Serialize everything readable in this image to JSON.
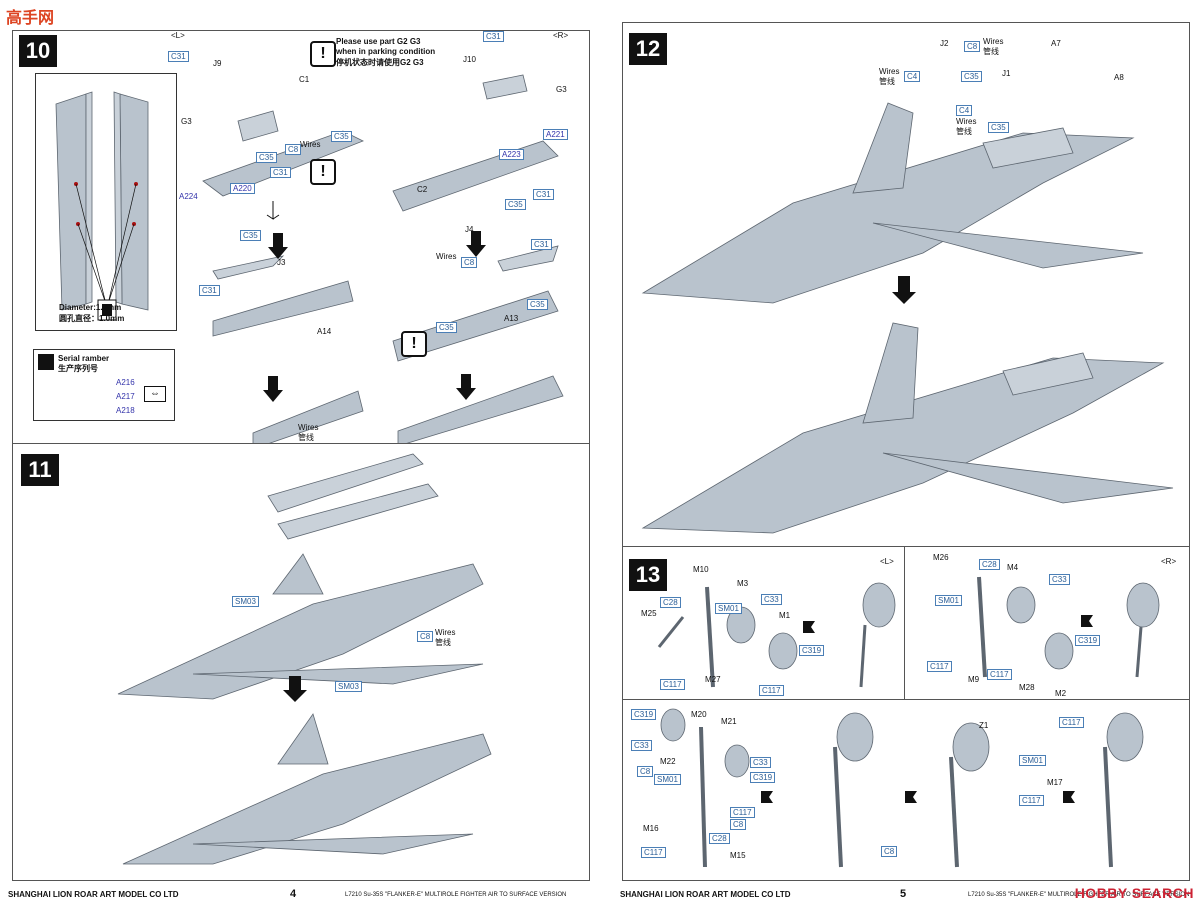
{
  "watermark_logo": "高手网",
  "left_page": {
    "footer_company": "SHANGHAI LION ROAR ART MODEL CO LTD",
    "page_number": "4",
    "footer_kit": "L7210 Su-35S \"FLANKER-E\" MULTIROLE FIGHTER AIR TO SURFACE VERSION",
    "step10": {
      "number": "10",
      "side_left": "<L>",
      "side_right": "<R>",
      "note_en": "Please use part G2 G3",
      "note_en2": "when in parking condition",
      "note_cn": "停机状态时请使用G2 G3",
      "diameter_en": "Diameter:1.0mm",
      "diameter_cn": "圆孔直径：1.0mm",
      "serial_title": "Serial ramber",
      "serial_cn": "生产序列号",
      "serials": [
        "A216",
        "A217",
        "A218"
      ],
      "wires_en": "Wires",
      "wires_cn": "管线",
      "parts_left": [
        "C31",
        "J9",
        "C1",
        "G3",
        "C35",
        "C8",
        "C35",
        "C31",
        "A220",
        "A224",
        "C35",
        "J3",
        "C31",
        "A14"
      ],
      "parts_right": [
        "C31",
        "J10",
        "G3",
        "A221",
        "A223",
        "C31",
        "C2",
        "C35",
        "J4",
        "C31",
        "C8",
        "C35",
        "C35",
        "A13"
      ]
    },
    "step11": {
      "number": "11",
      "parts": [
        "SM03",
        "C8",
        "SM03"
      ],
      "wires_en": "Wires",
      "wires_cn": "管线"
    }
  },
  "right_page": {
    "footer_company": "SHANGHAI LION ROAR ART MODEL CO LTD",
    "page_number": "5",
    "footer_kit": "L7210 Su-35S \"FLANKER-E\" MULTIROLE FIGHTER AIR TO SURFACE VERSION",
    "watermark": "HOBBY SEARCH",
    "step12": {
      "number": "12",
      "parts": [
        "J2",
        "C8",
        "A7",
        "C4",
        "C35",
        "J1",
        "C4",
        "C35",
        "A8"
      ],
      "wires_en": "Wires",
      "wires_cn": "管线"
    },
    "step13": {
      "number": "13",
      "side_left": "<L>",
      "side_right": "<R>",
      "left_parts": [
        "M10",
        "M3",
        "C28",
        "SM01",
        "C33",
        "M25",
        "M1",
        "C319",
        "C117",
        "M27",
        "C117"
      ],
      "right_parts": [
        "M26",
        "C28",
        "M4",
        "C33",
        "SM01",
        "C319",
        "C117",
        "C117",
        "M9",
        "M28",
        "M2"
      ],
      "front_parts": [
        "C319",
        "M20",
        "M21",
        "C33",
        "M22",
        "C33",
        "C319",
        "C8",
        "SM01",
        "C117",
        "C8",
        "M16",
        "C28",
        "C117",
        "M15",
        "C8",
        "Z1",
        "C117",
        "SM01",
        "M17",
        "C117"
      ]
    }
  }
}
